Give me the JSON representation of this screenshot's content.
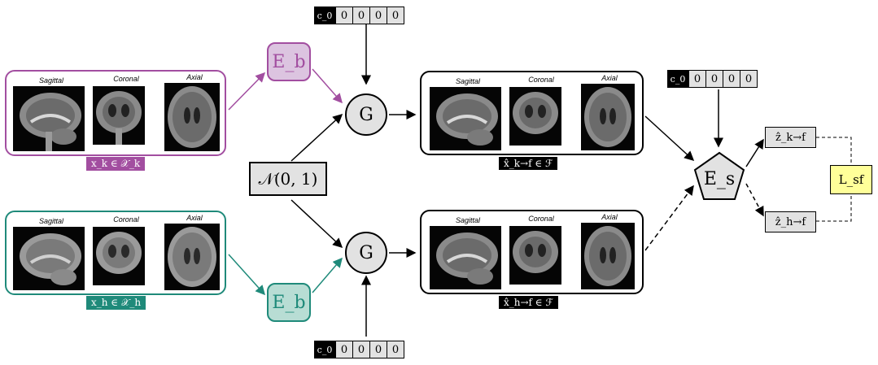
{
  "views": [
    "Sagittal",
    "Coronal",
    "Axial"
  ],
  "input_k": {
    "label": "x_k ∈ 𝒳_k",
    "color": "#a24ea0"
  },
  "input_h": {
    "label": "x_h ∈ 𝒳_h",
    "color": "#1f8a7a"
  },
  "encoder_top": {
    "label": "E_b"
  },
  "encoder_bottom": {
    "label": "E_b"
  },
  "generator": {
    "label": "G"
  },
  "noise": {
    "label": "𝒩(0, 1)"
  },
  "condition": {
    "head": "c_0",
    "cells": [
      "0",
      "0",
      "0",
      "0"
    ]
  },
  "output_k": {
    "label": "x̂_k→f ∈ ℱ"
  },
  "output_h": {
    "label": "x̂_h→f ∈ ℱ"
  },
  "style_encoder": {
    "label": "E_s"
  },
  "z_k": {
    "label": "ẑ_k→f"
  },
  "z_h": {
    "label": "ẑ_h→f"
  },
  "loss": {
    "label": "L_sf"
  }
}
